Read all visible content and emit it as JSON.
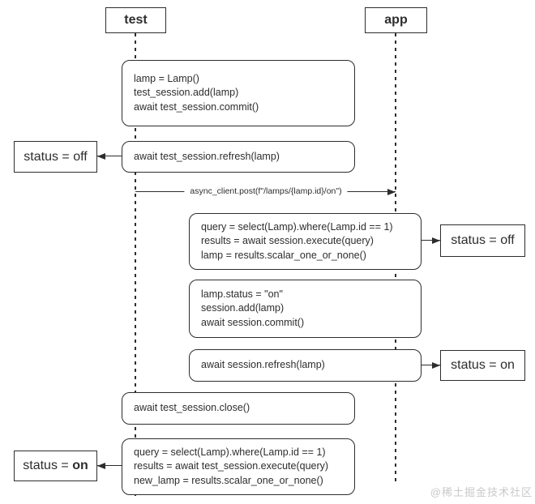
{
  "actors": [
    {
      "label": "test"
    },
    {
      "label": "app"
    }
  ],
  "code_boxes": [
    {
      "lines": [
        "lamp = Lamp()",
        "test_session.add(lamp)",
        "await test_session.commit()"
      ]
    },
    {
      "lines": [
        "await test_session.refresh(lamp)"
      ]
    },
    {
      "lines": [
        "query = select(Lamp).where(Lamp.id == 1)",
        "results = await session.execute(query)",
        "lamp = results.scalar_one_or_none()"
      ]
    },
    {
      "lines": [
        "lamp.status = \"on\"",
        "session.add(lamp)",
        "await session.commit()"
      ]
    },
    {
      "lines": [
        "await session.refresh(lamp)"
      ]
    },
    {
      "lines": [
        "await test_session.close()"
      ]
    },
    {
      "lines": [
        "query = select(Lamp).where(Lamp.id == 1)",
        "results = await test_session.execute(query)",
        "new_lamp = results.scalar_one_or_none()"
      ]
    }
  ],
  "message": {
    "label": "async_client.post(f\"/lamps/{lamp.id}/on\")"
  },
  "status_notes": [
    {
      "prefix": "status = ",
      "value": "off"
    },
    {
      "prefix": "status = ",
      "value": "off"
    },
    {
      "prefix": "status = ",
      "value": "on"
    },
    {
      "prefix": "status = ",
      "value": "on"
    }
  ],
  "watermark": "@稀土掘金技术社区",
  "colors": {
    "stroke": "#2d2d2d",
    "background": "#ffffff",
    "watermark_text": "#c9c9c9"
  }
}
